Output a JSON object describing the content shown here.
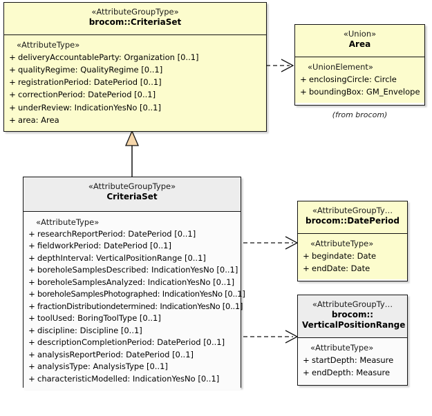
{
  "diagram": {
    "type": "uml-class-diagram",
    "background": "#ffffff",
    "colors": {
      "yellow_fill": "#fcfccd",
      "grey_fill": "#ededed",
      "white_fill": "#fbfbfb",
      "border": "#111111",
      "generalization_triangle_fill": "#f5d6aa"
    }
  },
  "classes": {
    "brocom_criteriaset": {
      "stereotype": "«AttributeGroupType»",
      "name": "brocom::CriteriaSet",
      "compartment_stereotype": "«AttributeType»",
      "attributes": [
        {
          "visibility": "+",
          "text": "deliveryAccountableParty: Organization [0..1]"
        },
        {
          "visibility": "+",
          "text": "qualityRegime: QualityRegime [0..1]"
        },
        {
          "visibility": "+",
          "text": "registrationPeriod: DatePeriod [0..1]"
        },
        {
          "visibility": "+",
          "text": "correctionPeriod: DatePeriod [0..1]"
        },
        {
          "visibility": "+",
          "text": "underReview: IndicationYesNo [0..1]"
        },
        {
          "visibility": "+",
          "text": "area: Area"
        }
      ]
    },
    "area": {
      "stereotype": "«Union»",
      "name": "Area",
      "compartment_stereotype": "«UnionElement»",
      "attributes": [
        {
          "visibility": "+",
          "text": "enclosingCircle: Circle"
        },
        {
          "visibility": "+",
          "text": "boundingBox: GM_Envelope"
        }
      ],
      "note": "(from brocom)"
    },
    "criteriaset": {
      "stereotype": "«AttributeGroupType»",
      "name": "CriteriaSet",
      "compartment_stereotype": "«AttributeType»",
      "attributes": [
        {
          "visibility": "+",
          "text": "researchReportPeriod: DatePeriod [0..1]"
        },
        {
          "visibility": "+",
          "text": "fieldworkPeriod: DatePeriod [0..1]"
        },
        {
          "visibility": "+",
          "text": "depthInterval: VerticalPositionRange [0..1]"
        },
        {
          "visibility": "+",
          "text": "boreholeSamplesDescribed: IndicationYesNo [0..1]"
        },
        {
          "visibility": "+",
          "text": "boreholeSamplesAnalyzed: IndicationYesNo [0..1]"
        },
        {
          "visibility": "+",
          "text": "boreholeSamplesPhotographed: IndicationYesNo [0..1]"
        },
        {
          "visibility": "+",
          "text": "fractionDistributiondetermined: IndicationYesNo [0..1]"
        },
        {
          "visibility": "+",
          "text": "toolUsed: BoringToolType [0..1]"
        },
        {
          "visibility": "+",
          "text": "discipline: Discipline [0..1]"
        },
        {
          "visibility": "+",
          "text": "descriptionCompletionPeriod: DatePeriod [0..1]"
        },
        {
          "visibility": "+",
          "text": "analysisReportPeriod: DatePeriod [0..1]"
        },
        {
          "visibility": "+",
          "text": "analysisType: AnalysisType [0..1]"
        },
        {
          "visibility": "+",
          "text": "characteristicModelled: IndicationYesNo [0..1]"
        }
      ]
    },
    "dateperiod": {
      "stereotype": "«AttributeGroupTy…",
      "name": "brocom::DatePeriod",
      "compartment_stereotype": "«AttributeType»",
      "attributes": [
        {
          "visibility": "+",
          "text": "begindate: Date"
        },
        {
          "visibility": "+",
          "text": "endDate: Date"
        }
      ]
    },
    "verticalpositionrange": {
      "stereotype": "«AttributeGroupTy…",
      "name": "brocom::\nVerticalPositionRange",
      "name_line1": "brocom::",
      "name_line2": "VerticalPositionRange",
      "compartment_stereotype": "«AttributeType»",
      "attributes": [
        {
          "visibility": "+",
          "text": "startDepth: Measure"
        },
        {
          "visibility": "+",
          "text": "endDepth: Measure"
        }
      ]
    }
  },
  "relationships": [
    {
      "kind": "dependency",
      "from": "brocom_criteriaset",
      "to": "area",
      "style": "dashed-open-arrow"
    },
    {
      "kind": "generalization",
      "from": "criteriaset",
      "to": "brocom_criteriaset",
      "style": "solid-hollow-triangle"
    },
    {
      "kind": "dependency",
      "from": "criteriaset",
      "to": "dateperiod",
      "style": "dashed-open-arrow"
    },
    {
      "kind": "dependency",
      "from": "criteriaset",
      "to": "verticalpositionrange",
      "style": "dashed-open-arrow"
    }
  ]
}
